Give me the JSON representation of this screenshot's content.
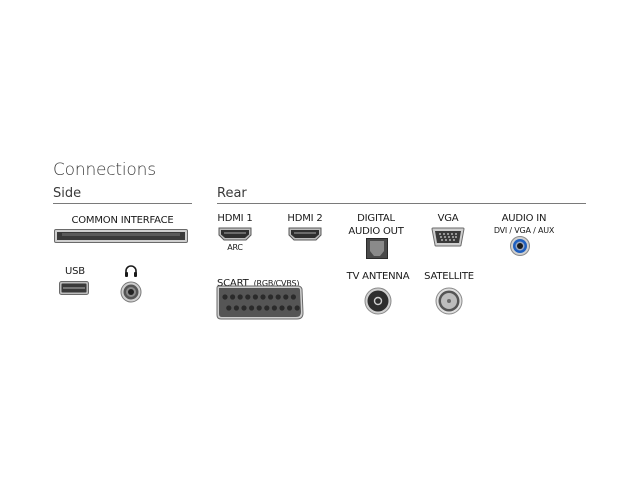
{
  "title": "Connections",
  "sections": {
    "side": {
      "label": "Side",
      "ports": {
        "common_interface": "COMMON INTERFACE",
        "usb": "USB",
        "headphones_icon": "headphones-icon"
      }
    },
    "rear": {
      "label": "Rear",
      "ports": {
        "hdmi1": {
          "label": "HDMI 1",
          "sub": "ARC"
        },
        "hdmi2": {
          "label": "HDMI 2"
        },
        "digital_audio_out": {
          "label_line1": "DIGITAL",
          "label_line2": "AUDIO OUT"
        },
        "vga": {
          "label": "VGA"
        },
        "audio_in": {
          "label": "AUDIO IN",
          "sub": "DVI / VGA / AUX"
        },
        "scart": {
          "label": "SCART",
          "sub": "(RGB/CVBS)"
        },
        "tv_antenna": {
          "label": "TV ANTENNA"
        },
        "satellite": {
          "label": "SATELLITE"
        }
      }
    }
  },
  "colors": {
    "port_dark": "#3c3c3c",
    "audio_in_accent": "#1f5fbf"
  }
}
